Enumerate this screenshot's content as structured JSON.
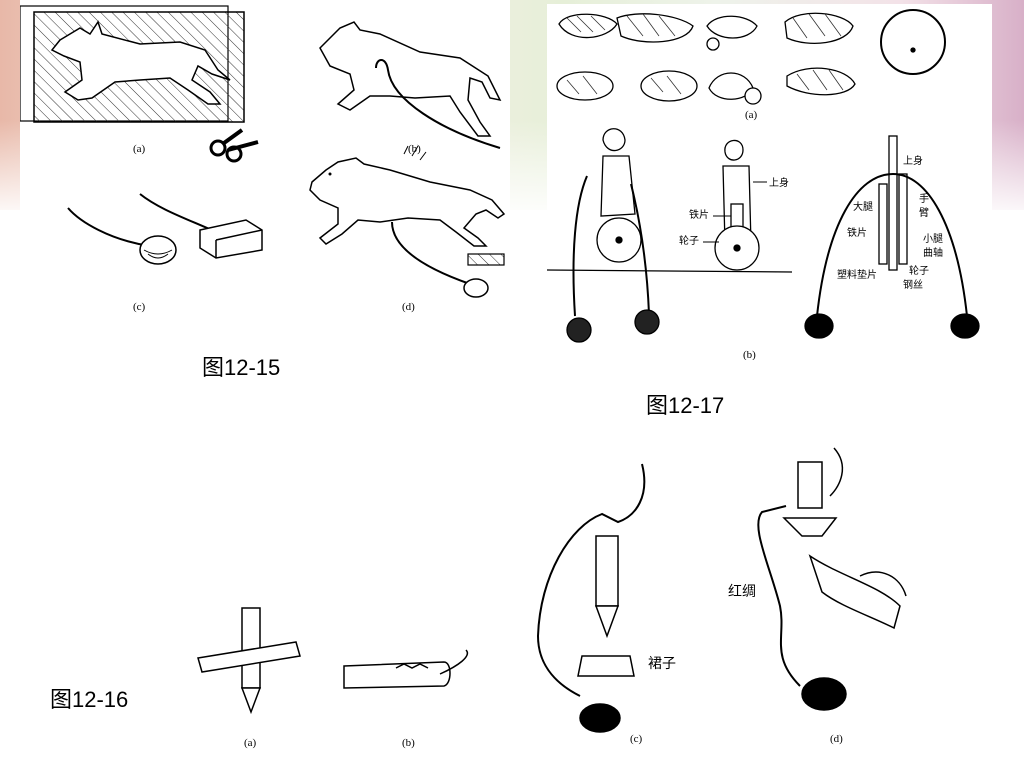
{
  "captions": {
    "fig15": "图12-15",
    "fig16": "图12-16",
    "fig17": "图12-17"
  },
  "fig15_labels": {
    "a": "(a)",
    "b": "(b)",
    "c": "(c)",
    "d": "(d)"
  },
  "fig17_labels": {
    "a": "(a)",
    "b": "(b)",
    "upper_body_1": "上身",
    "iron_1": "铁片",
    "wheel_1": "轮子",
    "upper_body_2": "上身",
    "arm": "手\n臂",
    "arm_1": "手",
    "arm_2": "臂",
    "thigh": "大腿",
    "iron_2": "铁片",
    "calf": "小腿",
    "crank": "曲轴",
    "plastic_pad": "塑料垫片",
    "wheel_2": "轮子",
    "steel_wire": "钢丝"
  },
  "fig16_labels": {
    "a": "(a)",
    "b": "(b)",
    "c": "(c)",
    "d": "(d)",
    "skirt": "裙子",
    "red_silk": "红绸"
  },
  "colors": {
    "ink": "#000000",
    "hatch": "#333333"
  }
}
